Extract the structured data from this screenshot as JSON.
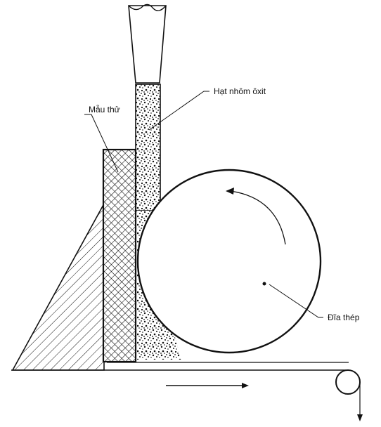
{
  "labels": {
    "specimen": "Mẫu thử",
    "alumina_particles": "Hạt nhôm ôxit",
    "steel_disc": "Đĩa thép"
  },
  "colors": {
    "ink": "#111111",
    "background": "#ffffff"
  }
}
